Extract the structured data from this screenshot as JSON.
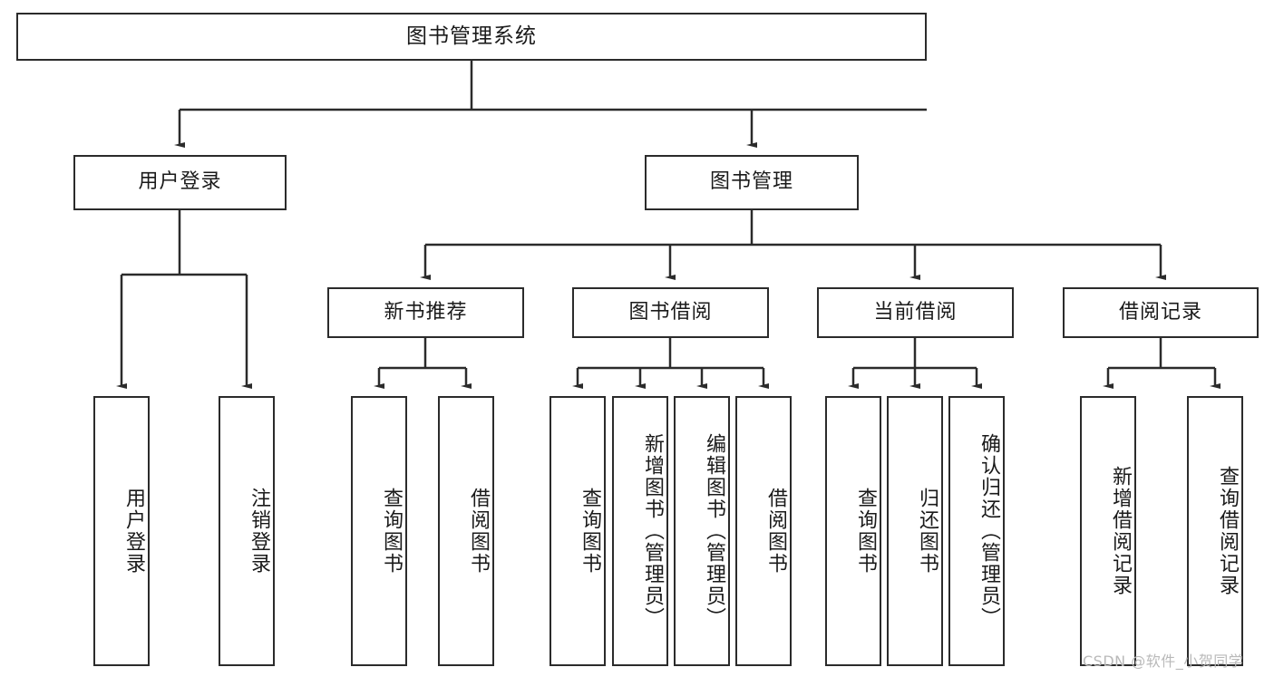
{
  "diagram": {
    "title": "图书管理系统",
    "type": "tree-hierarchy-chart",
    "orientation": "top-down",
    "box_border_color": "#2b2b2b",
    "box_fill_color": "#ffffff",
    "edge_color": "#2b2b2b",
    "background_color": "#ffffff"
  },
  "nodes": {
    "root": {
      "label": "图书管理系统"
    },
    "level2": [
      {
        "id": "user-login",
        "label": "用户登录"
      },
      {
        "id": "book-manage",
        "label": "图书管理"
      }
    ],
    "level3": [
      {
        "id": "new-book-recommend",
        "label": "新书推荐"
      },
      {
        "id": "book-borrow",
        "label": "图书借阅"
      },
      {
        "id": "current-borrow",
        "label": "当前借阅"
      },
      {
        "id": "borrow-record",
        "label": "借阅记录"
      }
    ],
    "leaves": {
      "user-login": [
        {
          "id": "leaf-user-login",
          "label": "用户登录"
        },
        {
          "id": "leaf-logout-login",
          "label": "注销登录"
        }
      ],
      "new-book-recommend": [
        {
          "id": "leaf-query-book-1",
          "label": "查询图书"
        },
        {
          "id": "leaf-borrow-book-1",
          "label": "借阅图书"
        }
      ],
      "book-borrow": [
        {
          "id": "leaf-query-book-2",
          "label": "查询图书"
        },
        {
          "id": "leaf-add-book-admin",
          "label": "新增图书（管理员）"
        },
        {
          "id": "leaf-edit-book-admin",
          "label": "编辑图书（管理员）"
        },
        {
          "id": "leaf-borrow-book-2",
          "label": "借阅图书"
        }
      ],
      "current-borrow": [
        {
          "id": "leaf-query-book-3",
          "label": "查询图书"
        },
        {
          "id": "leaf-return-book",
          "label": "归还图书"
        },
        {
          "id": "leaf-confirm-return-admin",
          "label": "确认归还（管理员）"
        }
      ],
      "borrow-record": [
        {
          "id": "leaf-add-borrow-record",
          "label": "新增借阅记录"
        },
        {
          "id": "leaf-query-borrow-record",
          "label": "查询借阅记录"
        }
      ]
    }
  },
  "watermark": {
    "text": "CSDN @软件_小贺同学"
  }
}
